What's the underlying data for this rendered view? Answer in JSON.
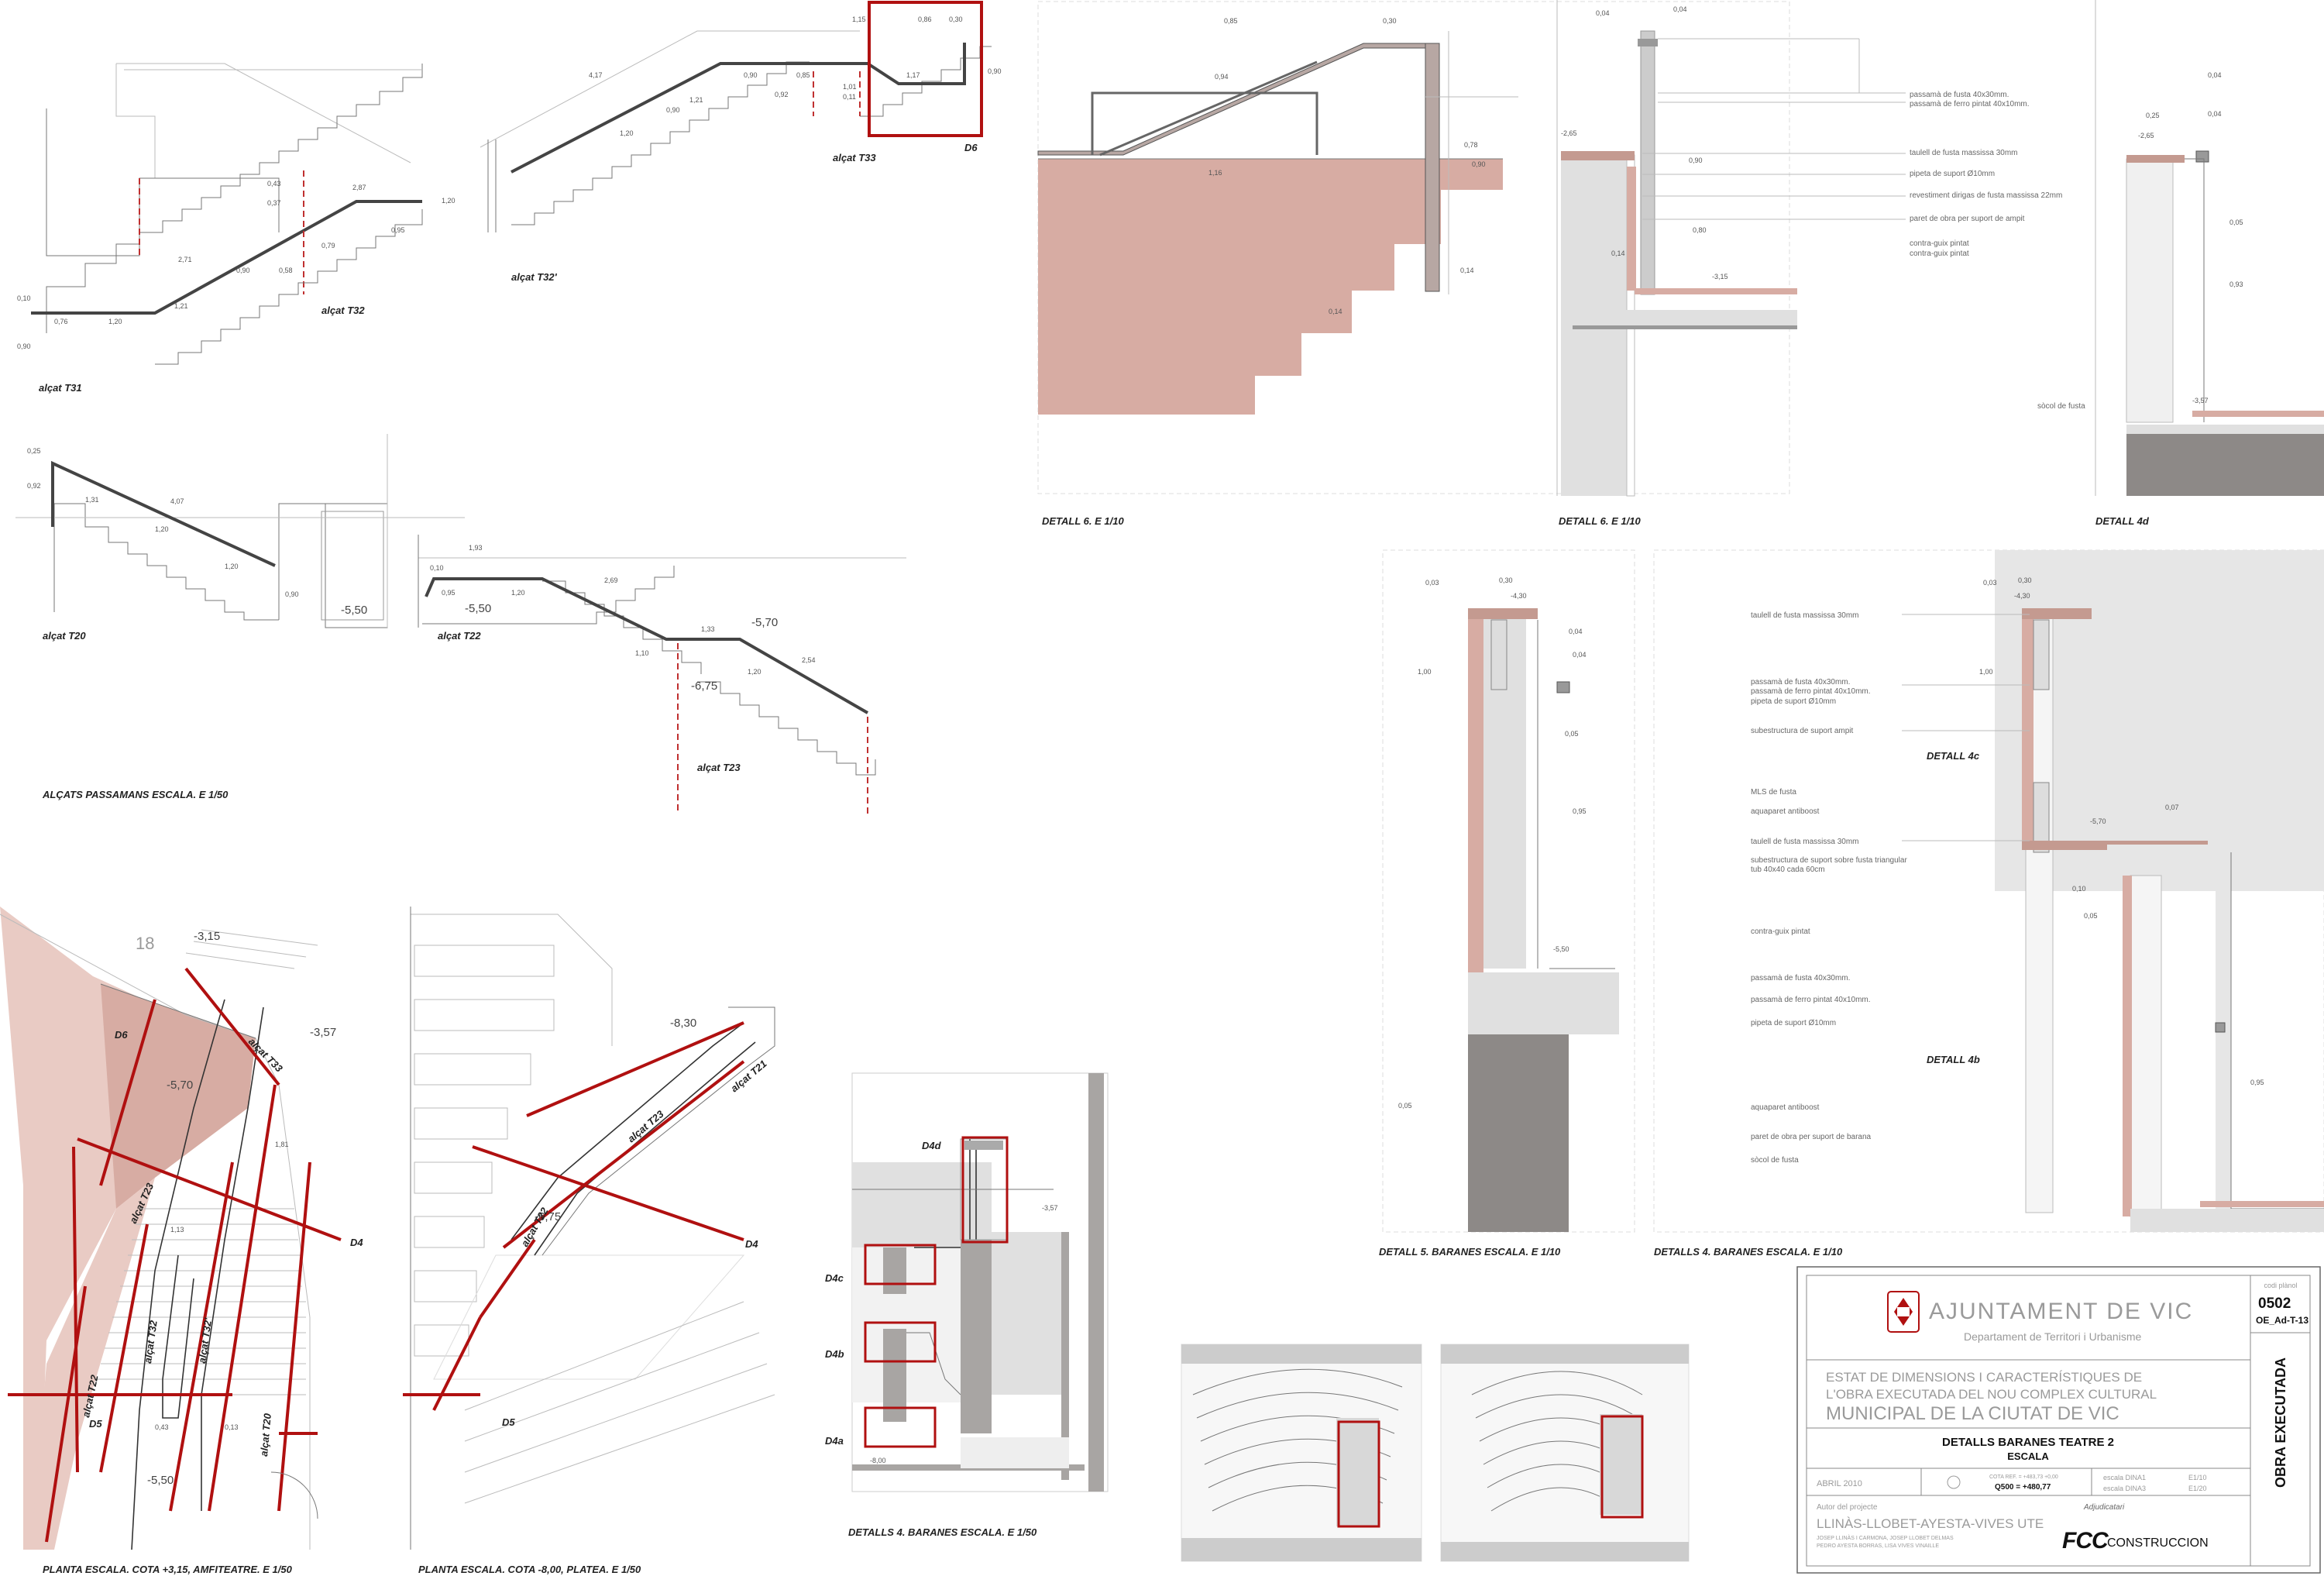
{
  "section_top_left": {
    "views": [
      "alçat T31",
      "alçat T32",
      "alçat T32'",
      "alçat T33"
    ],
    "markers": [
      "D6"
    ],
    "dims": [
      "0,10",
      "0,90",
      "0,76",
      "1,20",
      "1,21",
      "2,71",
      "0,90",
      "0,58",
      "0,79",
      "0,95",
      "0,43",
      "0,37",
      "2,87",
      "1,20",
      "4,17",
      "1,21",
      "0,90",
      "1,20",
      "0,90",
      "0,92",
      "0,85",
      "1,01",
      "0,11",
      "1,17",
      "1,15",
      "0,86",
      "0,30",
      "0,90"
    ]
  },
  "section_rails": {
    "views": [
      "alçat T20",
      "alçat T22",
      "alçat T23"
    ],
    "dims": [
      "0,25",
      "0,92",
      "1,31",
      "4,07",
      "1,20",
      "1,20",
      "0,90",
      "1,93",
      "0,10",
      "0,95",
      "1,20",
      "2,69",
      "1,10",
      "1,33",
      "2,54",
      "1,20"
    ],
    "levels": [
      "-5,50",
      "-5,50",
      "-5,70",
      "-6,75"
    ],
    "caption": "ALÇATS PASSAMANS ESCALA.  E 1/50"
  },
  "plan_left": {
    "levels": [
      "-3,15",
      "-3,57",
      "-5,70",
      "-5,50"
    ],
    "labels": [
      "D6",
      "D4",
      "D5",
      "alçat T33",
      "alçat T23",
      "alçat T22",
      "alçat T32",
      "alçat T32'",
      "alçat T20",
      "18",
      "1,81",
      "0,43",
      "0,13",
      "1,13"
    ],
    "caption": "PLANTA ESCALA. COTA +3,15, AMFITEATRE. E 1/50"
  },
  "plan_mid": {
    "levels": [
      "-8,30",
      "-6,75"
    ],
    "labels": [
      "D4",
      "D5",
      "alçat T21",
      "alçat T23",
      "alçat T22"
    ],
    "caption": "PLANTA ESCALA. COTA -8,00, PLATEA. E 1/50"
  },
  "detail_4_plan": {
    "labels": [
      "D4d",
      "D4c",
      "D4b",
      "D4a",
      "-3,57",
      "-8,00"
    ],
    "caption": "DETALLS 4. BARANES ESCALA. E 1/50"
  },
  "detail_6a": {
    "dims": [
      "0,85",
      "0,30",
      "0,94",
      "1,16",
      "0,78",
      "0,90",
      "0,14",
      "0,14"
    ],
    "caption": "DETALL 6.  E 1/10"
  },
  "detail_6b": {
    "levels": [
      "-2,65",
      "-3,15"
    ],
    "dims": [
      "0,04",
      "0,04",
      "0,90",
      "0,14",
      "0,80"
    ],
    "notes": [
      "passamà de fusta 40x30mm.",
      "passamà de ferro pintat 40x10mm.",
      "taulell de fusta massissa 30mm",
      "pipeta de suport Ø10mm",
      "revestiment dirigas de fusta massissa 22mm",
      "paret de obra per suport de ampit",
      "contra-guix pintat",
      "contra-guix pintat"
    ],
    "caption": "DETALL 6.  E 1/10"
  },
  "detail_4d": {
    "levels": [
      "-2,65",
      "-3,57"
    ],
    "dims": [
      "0,04",
      "0,04",
      "0,25",
      "0,05",
      "0,93"
    ],
    "notes": [
      "sòcol de fusta"
    ],
    "caption": "DETALL 4d"
  },
  "detail_5": {
    "levels": [
      "-4,30",
      "-5,50"
    ],
    "dims": [
      "0,03",
      "0,30",
      "1,00",
      "0,04",
      "0,04",
      "0,05",
      "0,95",
      "0,05"
    ],
    "caption": "DETALL 5. BARANES ESCALA.  E 1/10"
  },
  "detail_4": {
    "levels": [
      "-4,30",
      "-5,70"
    ],
    "dims": [
      "0,03",
      "0,30",
      "1,00",
      "0,07",
      "0,10",
      "0,05",
      "0,95"
    ],
    "sub": [
      "DETALL 4c",
      "DETALL 4b"
    ],
    "notes": [
      "taulell de fusta massissa 30mm",
      "passamà de fusta 40x30mm.",
      "passamà de ferro pintat 40x10mm.",
      "pipeta de suport Ø10mm",
      "subestructura de suport ampit",
      "MLS de fusta",
      "aquaparet antiboost",
      "taulell de fusta massissa 30mm",
      "subestructura de suport sobre fusta triangular",
      "tub 40x40 cada 60cm",
      "contra-guix pintat",
      "passamà de fusta 40x30mm.",
      "passamà de ferro pintat 40x10mm.",
      "pipeta de suport Ø10mm",
      "aquaparet antiboost",
      "paret de obra per suport de barana",
      "sòcol de fusta"
    ],
    "caption": "DETALLS 4. BARANES ESCALA.  E 1/10"
  },
  "title_block": {
    "org": "AJUNTAMENT DE VIC",
    "dept": "Departament de Territori i Urbanisme",
    "project_line1": "ESTAT DE DIMENSIONS I CARACTERÍSTIQUES DE",
    "project_line2": "L'OBRA EXECUTADA DEL NOU COMPLEX CULTURAL",
    "project_line3": "MUNICIPAL DE LA CIUTAT DE VIC",
    "drawing_line1": "DETALLS BARANES TEATRE 2",
    "drawing_line2": "ESCALA",
    "date": "ABRIL 2010",
    "cota_small": "COTA REF. = +483,73 +0,00",
    "cota": "Q500 = +480,77",
    "scale_label1": "escala DINA1",
    "scale_val1": "E1/10",
    "scale_label2": "escala DINA3",
    "scale_val2": "E1/20",
    "author_label": "Autor del projecte",
    "author": "LLINÀS-LLOBET-AYESTA-VIVES UTE",
    "author_names1": "JOSEP LLINÀS I CARMONA, JOSEP LLOBET DELMAS",
    "author_names2": "PEDRO AYESTA BORRAS, LISA VIVES VINAILLE",
    "contractor_label": "Adjudicatari",
    "contractor_logo": "FCC",
    "contractor": "CONSTRUCCION",
    "code_label": "codi plànol",
    "code": "0502",
    "code2": "OE_Ad-T-13",
    "status": "OBRA EXECUTADA"
  }
}
